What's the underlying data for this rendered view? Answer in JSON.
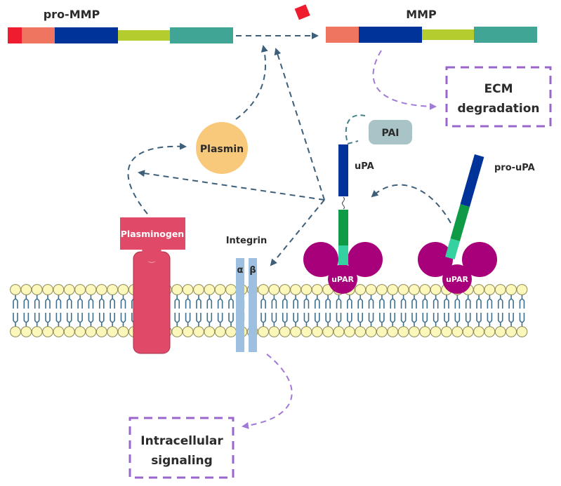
{
  "diagram": {
    "labels": {
      "pro_mmp": "pro-MMP",
      "mmp": "MMP",
      "ecm": [
        "ECM",
        "degradation"
      ],
      "pai": "PAI",
      "upa": "uPA",
      "pro_upa": "pro-uPA",
      "plasmin": "Plasmin",
      "plasminogen": "Plasminogen",
      "integrin": "Integrin",
      "alpha": "α",
      "beta": "β",
      "upar_left": "uPAR",
      "upar_right": "uPAR",
      "signaling": [
        "Intracellular",
        "signaling"
      ]
    },
    "colors": {
      "propeptide_red": "#ee1c2e",
      "salmon": "#f07560",
      "navy": "#003399",
      "lime": "#b5cc2e",
      "teal": "#40a595",
      "arrow_blue": "#3d5f7a",
      "arrow_purple": "#a07ad6",
      "box_purple": "#9966cc",
      "pai_fill": "#a8c4c6",
      "plasmin_fill": "#f8c97a",
      "plasminogen_fill": "#e04a68",
      "integrin_fill": "#9dbfe0",
      "upar_fill": "#a8007a",
      "green": "#0f9a46",
      "mint": "#35d1a0",
      "lipid_head": "#fcf7bb",
      "lipid_tail": "#3d6f8e"
    }
  }
}
